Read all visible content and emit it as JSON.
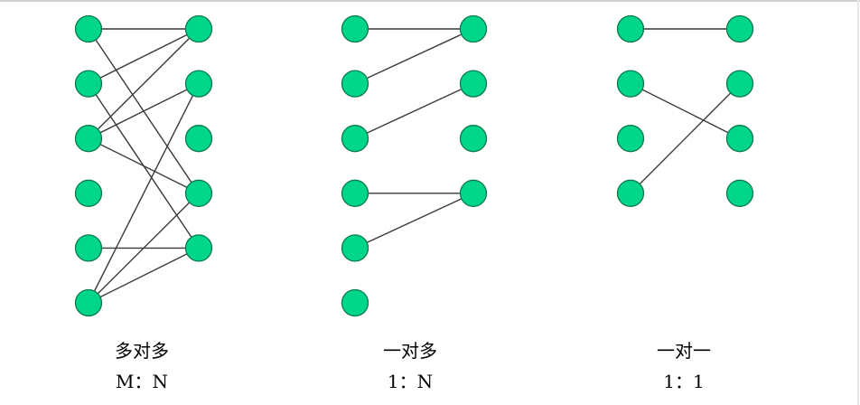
{
  "colors": {
    "node_fill": "#00d68a",
    "node_stroke": "#0a7a4e",
    "edge": "#3a3a3a",
    "background": "#ffffff"
  },
  "diagrams": [
    {
      "id": "many-to-many",
      "title": "多对多",
      "ratio": "M：N",
      "left_nodes": 6,
      "right_nodes": 5,
      "edges": [
        [
          0,
          0
        ],
        [
          1,
          0
        ],
        [
          2,
          0
        ],
        [
          0,
          3
        ],
        [
          1,
          4
        ],
        [
          2,
          1
        ],
        [
          2,
          3
        ],
        [
          4,
          4
        ],
        [
          5,
          1
        ],
        [
          5,
          3
        ],
        [
          5,
          4
        ]
      ]
    },
    {
      "id": "one-to-many",
      "title": "一对多",
      "ratio": "1：N",
      "left_nodes": 6,
      "right_nodes": 4,
      "edges": [
        [
          0,
          0
        ],
        [
          1,
          0
        ],
        [
          2,
          1
        ],
        [
          3,
          3
        ],
        [
          4,
          3
        ]
      ]
    },
    {
      "id": "one-to-one",
      "title": "一对一",
      "ratio": "1：1",
      "left_nodes": 4,
      "right_nodes": 4,
      "edges": [
        [
          0,
          0
        ],
        [
          1,
          2
        ],
        [
          3,
          1
        ]
      ]
    }
  ]
}
